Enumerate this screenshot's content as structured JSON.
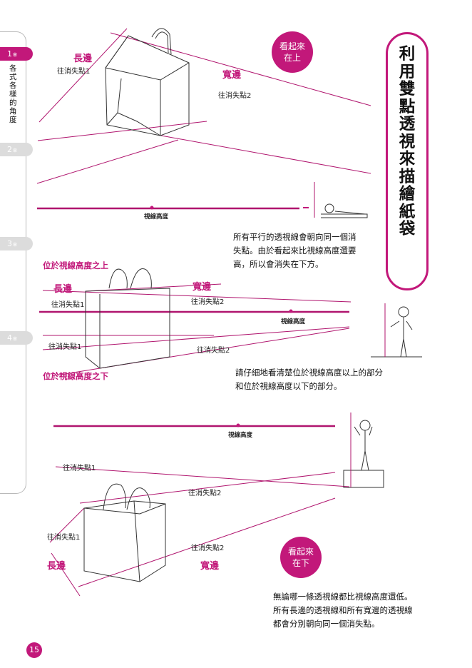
{
  "sidebar": {
    "tabs": [
      {
        "num": "1",
        "suffix": "章"
      },
      {
        "num": "2",
        "suffix": "章"
      },
      {
        "num": "3",
        "suffix": "章"
      },
      {
        "num": "4",
        "suffix": "章"
      }
    ],
    "chapter_title": "各式各樣的角度"
  },
  "title": {
    "chars": [
      "利",
      "用",
      "雙",
      "點",
      "透",
      "視",
      "來",
      "描",
      "繪",
      "紙",
      "袋"
    ]
  },
  "colors": {
    "accent": "#c2187a",
    "line": "#b0156e",
    "gray": "#dcdcdc"
  },
  "figure1": {
    "badge": [
      "看起來",
      "在上"
    ],
    "long_side": "長邊",
    "wide_side": "寬邊",
    "vp1": "往消失點1",
    "vp2": "往消失點2",
    "eye_level": "視線高度"
  },
  "text1": [
    "所有平行的透視線會朝向同一個消",
    "失點。由於看起來比視線高度還要",
    "高，所以會消失在下方。"
  ],
  "figure2": {
    "above": "位於視線高度之上",
    "below": "位於視線高度之下",
    "long_side": "長邊",
    "wide_side": "寬邊",
    "vp1_top": "往消失點1",
    "vp2_top": "往消失點2",
    "vp1_bottom": "往消失點1",
    "vp2_bottom": "往消失點2",
    "eye_level": "視線高度"
  },
  "text2": [
    "請仔細地看清楚位於視線高度以上的部分",
    "和位於視線高度以下的部分。"
  ],
  "figure3": {
    "eye_level": "視線高度",
    "vp1_top": "往消失點1",
    "vp2_top": "往消失點2",
    "vp1_bottom": "往消失點1",
    "vp2_bottom": "往消失點2",
    "long_side": "長邊",
    "wide_side": "寬邊",
    "badge": [
      "看起來",
      "在下"
    ]
  },
  "text3": [
    "無論哪一條透視線都比視線高度還低。",
    "所有長邊的透視線和所有寬邊的透視線",
    "都會分別朝向同一個消失點。"
  ],
  "page_number": "15"
}
